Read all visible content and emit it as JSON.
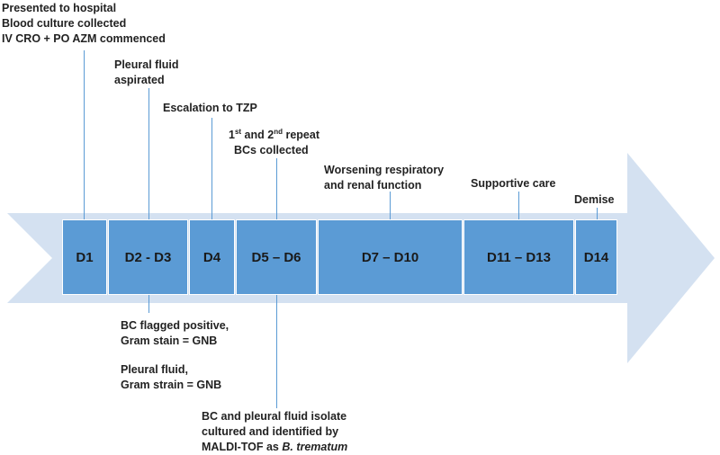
{
  "colors": {
    "arrow_fill": "#d4e1f1",
    "box_fill": "#5b9bd5",
    "connector": "#5b9bd5"
  },
  "boxes": [
    {
      "label": "D1"
    },
    {
      "label": "D2 - D3"
    },
    {
      "label": "D4"
    },
    {
      "label": "D5 – D6"
    },
    {
      "label": "D7 – D10"
    },
    {
      "label": "D11 – D13"
    },
    {
      "label": "D14"
    }
  ],
  "notes": {
    "d1": {
      "line1": "Presented to hospital",
      "line2": "Blood culture collected",
      "line3": "IV CRO + PO AZM commenced"
    },
    "d2_top": {
      "line1": "Pleural fluid",
      "line2": "aspirated"
    },
    "d4": {
      "line1": "Escalation to TZP"
    },
    "d5_top": {
      "ord1": "1",
      "sup1": "st",
      "mid": " and 2",
      "sup2": "nd",
      "tail": " repeat",
      "line2": "BCs collected"
    },
    "d7": {
      "line1": "Worsening respiratory",
      "line2": "and renal function"
    },
    "d11": {
      "line1": "Supportive care"
    },
    "d14": {
      "line1": "Demise"
    },
    "d2_bottom": {
      "line1": "BC flagged positive,",
      "line2": "Gram stain = GNB",
      "line3": "Pleural fluid,",
      "line4": "Gram strain = GNB"
    },
    "d5_bottom": {
      "line1": "BC and pleural fluid isolate",
      "line2": "cultured and identified by",
      "line3_prefix": "MALDI-TOF as ",
      "line3_italic": "B. trematum"
    }
  }
}
